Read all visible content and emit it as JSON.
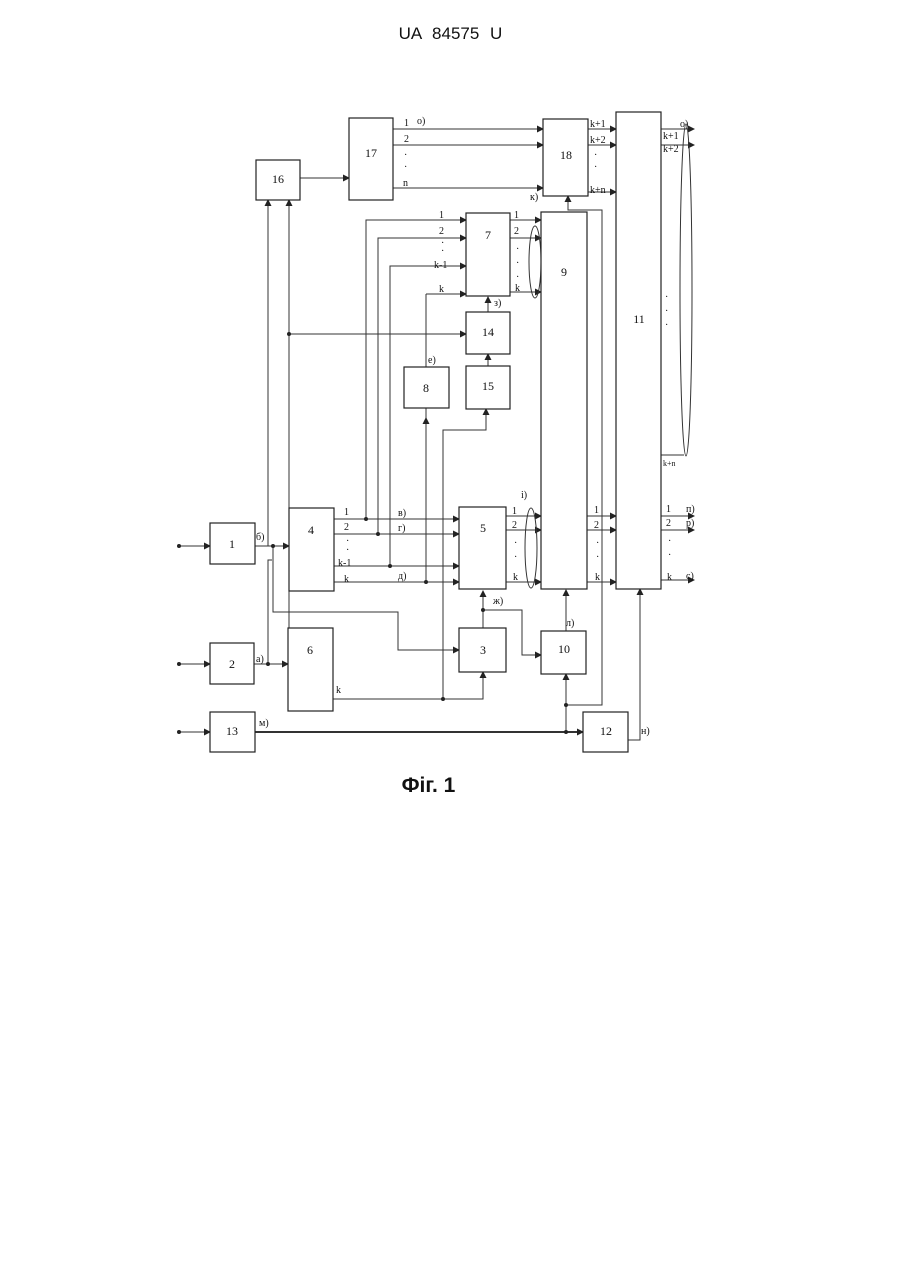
{
  "header": {
    "text": "UA 84575 U"
  },
  "figure": {
    "caption": "Фіг. 1",
    "blocks": [
      {
        "id": "1",
        "label": "1"
      },
      {
        "id": "2",
        "label": "2"
      },
      {
        "id": "3",
        "label": "3"
      },
      {
        "id": "4",
        "label": "4"
      },
      {
        "id": "5",
        "label": "5"
      },
      {
        "id": "6",
        "label": "6"
      },
      {
        "id": "7",
        "label": "7"
      },
      {
        "id": "8",
        "label": "8"
      },
      {
        "id": "9",
        "label": "9"
      },
      {
        "id": "10",
        "label": "10"
      },
      {
        "id": "11",
        "label": "11"
      },
      {
        "id": "12",
        "label": "12"
      },
      {
        "id": "13",
        "label": "13"
      },
      {
        "id": "14",
        "label": "14"
      },
      {
        "id": "15",
        "label": "15"
      },
      {
        "id": "16",
        "label": "16"
      },
      {
        "id": "17",
        "label": "17"
      },
      {
        "id": "18",
        "label": "18"
      }
    ],
    "signals": {
      "a": "а)",
      "b": "б)",
      "v": "в)",
      "g": "г)",
      "d": "д)",
      "e": "е)",
      "zh": "ж)",
      "z": "з)",
      "i": "і)",
      "k": "к)",
      "l": "л)",
      "m": "м)",
      "n": "н)",
      "o": "о)",
      "o2": "о)",
      "p": "п)",
      "r": "р)",
      "s": "с)"
    },
    "pins": {
      "one": "1",
      "two": "2",
      "k": "k",
      "k_minus_1": "k-1",
      "n": "n",
      "k_plus_1": "k+1",
      "k_plus_2": "k+2",
      "k_plus_n": "k+n",
      "dots": "·"
    }
  }
}
